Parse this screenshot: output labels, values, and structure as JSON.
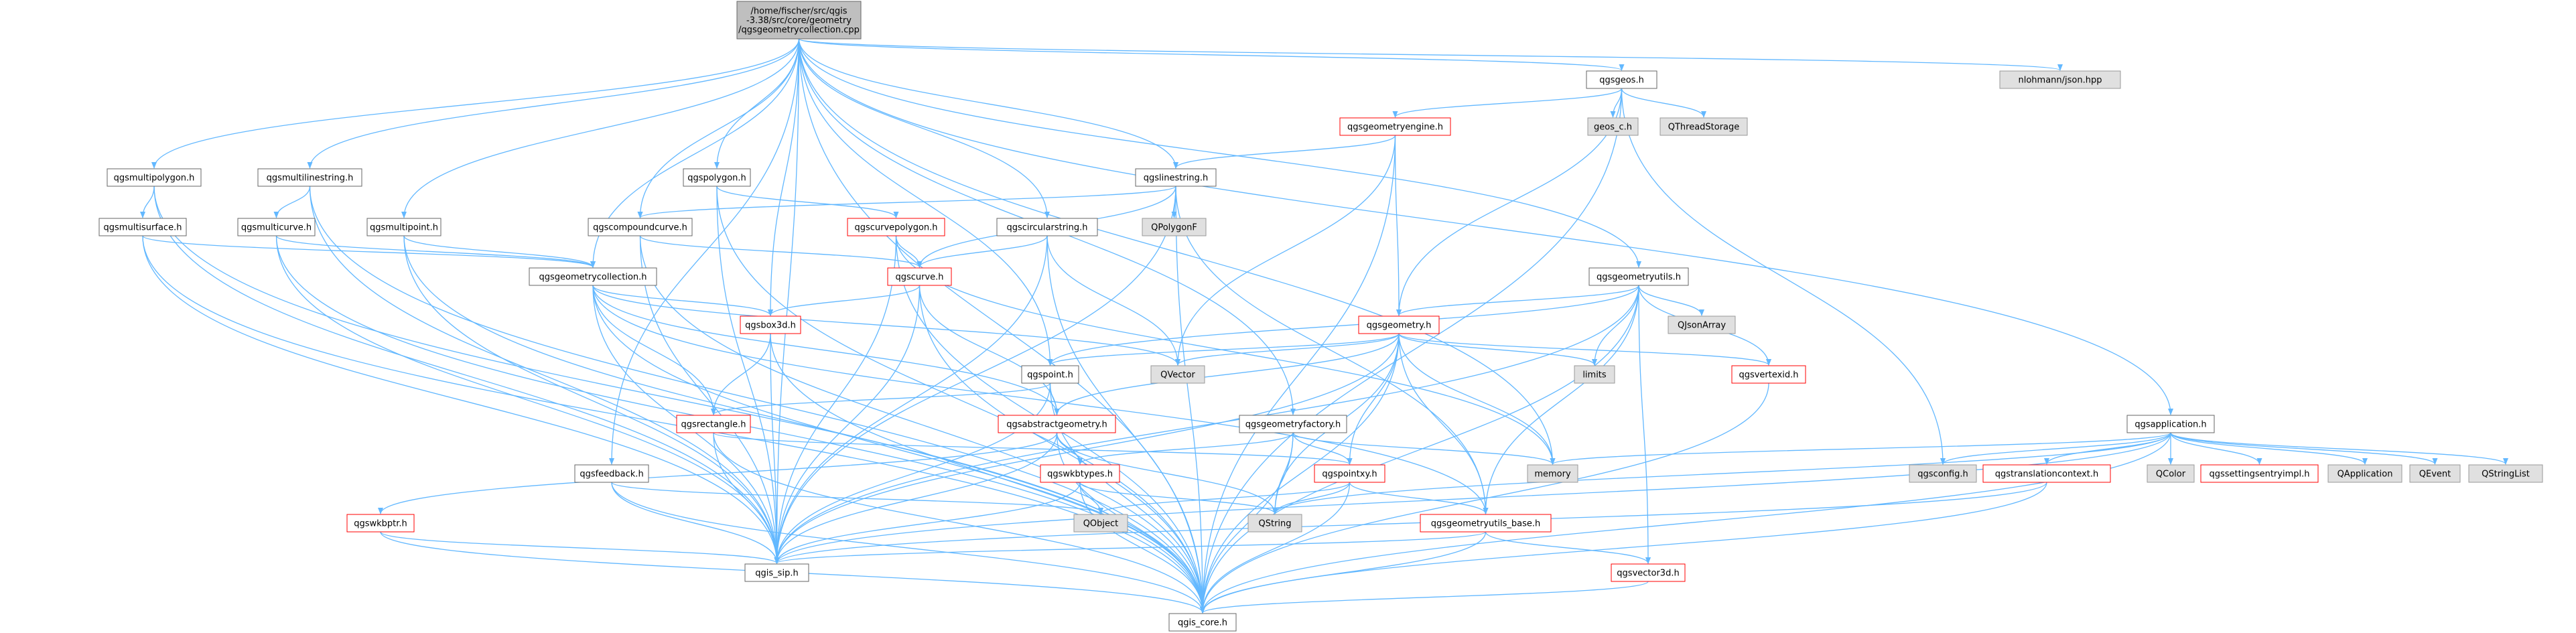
{
  "graph": {
    "colors": {
      "edge": "#63b8ff",
      "root_fill": "#bfbfbf",
      "root_stroke": "#666666",
      "normal_fill": "#ffffff",
      "normal_stroke": "#666666",
      "incomplete_fill": "#ffffff",
      "incomplete_stroke": "#ff0000",
      "external_fill": "#e0e0e0",
      "external_stroke": "#999999",
      "text": "#000000"
    },
    "nodes": [
      {
        "id": "root",
        "lines": [
          "/home/fischer/src/qgis",
          "-3.38/src/core/geometry",
          "/qgsgeometrycollection.cpp"
        ],
        "kind": "root"
      },
      {
        "id": "nlohmann",
        "lines": [
          "nlohmann/json.hpp"
        ],
        "kind": "external"
      },
      {
        "id": "qgsgeos",
        "lines": [
          "qgsgeos.h"
        ],
        "kind": "normal"
      },
      {
        "id": "qgsgeometryengine",
        "lines": [
          "qgsgeometryengine.h"
        ],
        "kind": "incomplete"
      },
      {
        "id": "geos_c",
        "lines": [
          "geos_c.h"
        ],
        "kind": "external"
      },
      {
        "id": "qthreadstorage",
        "lines": [
          "QThreadStorage"
        ],
        "kind": "external"
      },
      {
        "id": "qgsmultipolygon",
        "lines": [
          "qgsmultipolygon.h"
        ],
        "kind": "normal"
      },
      {
        "id": "qgsmultilinestring",
        "lines": [
          "qgsmultilinestring.h"
        ],
        "kind": "normal"
      },
      {
        "id": "qgspolygon",
        "lines": [
          "qgspolygon.h"
        ],
        "kind": "normal"
      },
      {
        "id": "qgslinestring",
        "lines": [
          "qgslinestring.h"
        ],
        "kind": "normal"
      },
      {
        "id": "qgsmultisurface",
        "lines": [
          "qgsmultisurface.h"
        ],
        "kind": "normal"
      },
      {
        "id": "qgsmulticurve",
        "lines": [
          "qgsmulticurve.h"
        ],
        "kind": "normal"
      },
      {
        "id": "qgsmultipoint",
        "lines": [
          "qgsmultipoint.h"
        ],
        "kind": "normal"
      },
      {
        "id": "qgscompoundcurve",
        "lines": [
          "qgscompoundcurve.h"
        ],
        "kind": "normal"
      },
      {
        "id": "qgscurvepolygon",
        "lines": [
          "qgscurvepolygon.h"
        ],
        "kind": "incomplete"
      },
      {
        "id": "qgscircularstring",
        "lines": [
          "qgscircularstring.h"
        ],
        "kind": "normal"
      },
      {
        "id": "qpolygonf",
        "lines": [
          "QPolygonF"
        ],
        "kind": "external"
      },
      {
        "id": "qgsgeometrycollection",
        "lines": [
          "qgsgeometrycollection.h"
        ],
        "kind": "normal"
      },
      {
        "id": "qgscurve",
        "lines": [
          "qgscurve.h"
        ],
        "kind": "incomplete"
      },
      {
        "id": "qgsgeometryutils",
        "lines": [
          "qgsgeometryutils.h"
        ],
        "kind": "normal"
      },
      {
        "id": "qjsonarray",
        "lines": [
          "QJsonArray"
        ],
        "kind": "external"
      },
      {
        "id": "qgsbox3d",
        "lines": [
          "qgsbox3d.h"
        ],
        "kind": "incomplete"
      },
      {
        "id": "qgsgeometry",
        "lines": [
          "qgsgeometry.h"
        ],
        "kind": "incomplete"
      },
      {
        "id": "qvector",
        "lines": [
          "QVector"
        ],
        "kind": "external"
      },
      {
        "id": "limits",
        "lines": [
          "limits"
        ],
        "kind": "external"
      },
      {
        "id": "qgsvertexid",
        "lines": [
          "qgsvertexid.h"
        ],
        "kind": "incomplete"
      },
      {
        "id": "qgspoint",
        "lines": [
          "qgspoint.h"
        ],
        "kind": "normal"
      },
      {
        "id": "qgsrectangle",
        "lines": [
          "qgsrectangle.h"
        ],
        "kind": "incomplete"
      },
      {
        "id": "qgsabstractgeometry",
        "lines": [
          "qgsabstractgeometry.h"
        ],
        "kind": "incomplete"
      },
      {
        "id": "qgsgeometryfactory",
        "lines": [
          "qgsgeometryfactory.h"
        ],
        "kind": "normal"
      },
      {
        "id": "qgsapplication",
        "lines": [
          "qgsapplication.h"
        ],
        "kind": "normal"
      },
      {
        "id": "memory",
        "lines": [
          "memory"
        ],
        "kind": "external"
      },
      {
        "id": "qgsfeedback",
        "lines": [
          "qgsfeedback.h"
        ],
        "kind": "normal"
      },
      {
        "id": "qgswkbtypes",
        "lines": [
          "qgswkbtypes.h"
        ],
        "kind": "incomplete"
      },
      {
        "id": "qgspointxy",
        "lines": [
          "qgspointxy.h"
        ],
        "kind": "incomplete"
      },
      {
        "id": "qgsconfig",
        "lines": [
          "qgsconfig.h"
        ],
        "kind": "external"
      },
      {
        "id": "qgstranslationcontext",
        "lines": [
          "qgstranslationcontext.h"
        ],
        "kind": "incomplete"
      },
      {
        "id": "qcolor",
        "lines": [
          "QColor"
        ],
        "kind": "external"
      },
      {
        "id": "qgssettingsentryimpl",
        "lines": [
          "qgssettingsentryimpl.h"
        ],
        "kind": "incomplete"
      },
      {
        "id": "qapplication",
        "lines": [
          "QApplication"
        ],
        "kind": "external"
      },
      {
        "id": "qevent",
        "lines": [
          "QEvent"
        ],
        "kind": "external"
      },
      {
        "id": "qstringlist",
        "lines": [
          "QStringList"
        ],
        "kind": "external"
      },
      {
        "id": "qgswkbptr",
        "lines": [
          "qgswkbptr.h"
        ],
        "kind": "incomplete"
      },
      {
        "id": "qobject",
        "lines": [
          "QObject"
        ],
        "kind": "external"
      },
      {
        "id": "qstring",
        "lines": [
          "QString"
        ],
        "kind": "external"
      },
      {
        "id": "qgsgeometryutils_base",
        "lines": [
          "qgsgeometryutils_base.h"
        ],
        "kind": "incomplete"
      },
      {
        "id": "qgis_sip",
        "lines": [
          "qgis_sip.h"
        ],
        "kind": "normal"
      },
      {
        "id": "qgsvector3d",
        "lines": [
          "qgsvector3d.h"
        ],
        "kind": "incomplete"
      },
      {
        "id": "qgis_core",
        "lines": [
          "qgis_core.h"
        ],
        "kind": "normal"
      }
    ],
    "edges": [
      [
        "root",
        "nlohmann"
      ],
      [
        "root",
        "qgsgeos"
      ],
      [
        "root",
        "qgsmultipolygon"
      ],
      [
        "root",
        "qgsmultilinestring"
      ],
      [
        "root",
        "qgspolygon"
      ],
      [
        "root",
        "qgslinestring"
      ],
      [
        "root",
        "qgsmultipoint"
      ],
      [
        "root",
        "qgscompoundcurve"
      ],
      [
        "root",
        "qgscircularstring"
      ],
      [
        "root",
        "qgsgeometrycollection"
      ],
      [
        "root",
        "qgsgeometryutils"
      ],
      [
        "root",
        "qgsbox3d"
      ],
      [
        "root",
        "qgspoint"
      ],
      [
        "root",
        "qgsgeometryfactory"
      ],
      [
        "root",
        "qgsapplication"
      ],
      [
        "root",
        "memory"
      ],
      [
        "root",
        "qgsfeedback"
      ],
      [
        "root",
        "qgis_sip"
      ],
      [
        "root",
        "qgis_core"
      ],
      [
        "qgsgeos",
        "qgsgeometryengine"
      ],
      [
        "qgsgeos",
        "geos_c"
      ],
      [
        "qgsgeos",
        "qthreadstorage"
      ],
      [
        "qgsgeos",
        "qgsgeometry"
      ],
      [
        "qgsgeos",
        "qgsconfig"
      ],
      [
        "qgsgeos",
        "qgis_core"
      ],
      [
        "qgsgeometryengine",
        "qgslinestring"
      ],
      [
        "qgsgeometryengine",
        "qgsgeometry"
      ],
      [
        "qgsgeometryengine",
        "qvector"
      ],
      [
        "qgsgeometryengine",
        "qgis_core"
      ],
      [
        "qgsmultipolygon",
        "qgsmultisurface"
      ],
      [
        "qgsmultipolygon",
        "qgis_sip"
      ],
      [
        "qgsmultipolygon",
        "qgis_core"
      ],
      [
        "qgsmultilinestring",
        "qgsmulticurve"
      ],
      [
        "qgsmultilinestring",
        "qgis_sip"
      ],
      [
        "qgsmultilinestring",
        "qgis_core"
      ],
      [
        "qgspolygon",
        "qgscurvepolygon"
      ],
      [
        "qgspolygon",
        "qgis_sip"
      ],
      [
        "qgspolygon",
        "qgis_core"
      ],
      [
        "qgslinestring",
        "qgscompoundcurve"
      ],
      [
        "qgslinestring",
        "qgscurve"
      ],
      [
        "qgslinestring",
        "qpolygonf"
      ],
      [
        "qgslinestring",
        "qgis_sip"
      ],
      [
        "qgslinestring",
        "qgis_core"
      ],
      [
        "qgslinestring",
        "qgsgeometryutils_base"
      ],
      [
        "qgsmultisurface",
        "qgsgeometrycollection"
      ],
      [
        "qgsmultisurface",
        "qgis_sip"
      ],
      [
        "qgsmultisurface",
        "qgis_core"
      ],
      [
        "qgsmulticurve",
        "qgsgeometrycollection"
      ],
      [
        "qgsmulticurve",
        "qgis_sip"
      ],
      [
        "qgsmulticurve",
        "qgis_core"
      ],
      [
        "qgsmultipoint",
        "qgsgeometrycollection"
      ],
      [
        "qgsmultipoint",
        "qgis_sip"
      ],
      [
        "qgsmultipoint",
        "qgis_core"
      ],
      [
        "qgscompoundcurve",
        "qgscurve"
      ],
      [
        "qgscompoundcurve",
        "qgis_sip"
      ],
      [
        "qgscompoundcurve",
        "qgis_core"
      ],
      [
        "qgscurvepolygon",
        "qgscurve"
      ],
      [
        "qgscurvepolygon",
        "memory"
      ],
      [
        "qgscurvepolygon",
        "qgis_sip"
      ],
      [
        "qgscurvepolygon",
        "qgis_core"
      ],
      [
        "qgscircularstring",
        "qgscurve"
      ],
      [
        "qgscircularstring",
        "qvector"
      ],
      [
        "qgscircularstring",
        "qgis_sip"
      ],
      [
        "qgscircularstring",
        "qgis_core"
      ],
      [
        "qgsgeometrycollection",
        "qgsbox3d"
      ],
      [
        "qgsgeometrycollection",
        "qvector"
      ],
      [
        "qgsgeometrycollection",
        "qgsabstractgeometry"
      ],
      [
        "qgsgeometrycollection",
        "qgsrectangle"
      ],
      [
        "qgsgeometrycollection",
        "qgis_sip"
      ],
      [
        "qgsgeometrycollection",
        "qgis_core"
      ],
      [
        "qgsgeometrycollection",
        "qgsgeometryutils_base"
      ],
      [
        "qgscurve",
        "qgsbox3d"
      ],
      [
        "qgscurve",
        "qgsabstractgeometry"
      ],
      [
        "qgscurve",
        "qgis_sip"
      ],
      [
        "qgscurve",
        "qgis_core"
      ],
      [
        "qgsgeometryutils",
        "qgsgeometry"
      ],
      [
        "qgsgeometryutils",
        "qjsonarray"
      ],
      [
        "qgsgeometryutils",
        "limits"
      ],
      [
        "qgsgeometryutils",
        "qgsvertexid"
      ],
      [
        "qgsgeometryutils",
        "qgspoint"
      ],
      [
        "qgsgeometryutils",
        "qgsgeometryutils_base"
      ],
      [
        "qgsgeometryutils",
        "qgsvector3d"
      ],
      [
        "qgsgeometryutils",
        "qgis_sip"
      ],
      [
        "qgsgeometryutils",
        "qgis_core"
      ],
      [
        "qgsbox3d",
        "qgsrectangle"
      ],
      [
        "qgsbox3d",
        "qgis_sip"
      ],
      [
        "qgsbox3d",
        "qgis_core"
      ],
      [
        "qgsgeometry",
        "qgspoint"
      ],
      [
        "qgsgeometry",
        "qvector"
      ],
      [
        "qgsgeometry",
        "limits"
      ],
      [
        "qgsgeometry",
        "qgsvertexid"
      ],
      [
        "qgsgeometry",
        "qgsabstractgeometry"
      ],
      [
        "qgsgeometry",
        "memory"
      ],
      [
        "qgsgeometry",
        "qgspointxy"
      ],
      [
        "qgsgeometry",
        "qstring"
      ],
      [
        "qgsgeometry",
        "qgsgeometryutils_base"
      ],
      [
        "qgsgeometry",
        "qgis_sip"
      ],
      [
        "qgsgeometry",
        "qgis_core"
      ],
      [
        "qgsvertexid",
        "qgis_core"
      ],
      [
        "qgspoint",
        "qgsrectangle"
      ],
      [
        "qgspoint",
        "qgsabstractgeometry"
      ],
      [
        "qgspoint",
        "qgis_sip"
      ],
      [
        "qgspoint",
        "qgis_core"
      ],
      [
        "qgsrectangle",
        "qgspointxy"
      ],
      [
        "qgsrectangle",
        "qgis_sip"
      ],
      [
        "qgsrectangle",
        "qgis_core"
      ],
      [
        "qgsabstractgeometry",
        "qgswkbtypes"
      ],
      [
        "qgsabstractgeometry",
        "qgswkbptr"
      ],
      [
        "qgsabstractgeometry",
        "qstring"
      ],
      [
        "qgsabstractgeometry",
        "qgis_sip"
      ],
      [
        "qgsabstractgeometry",
        "qgis_core"
      ],
      [
        "qgsgeometryfactory",
        "memory"
      ],
      [
        "qgsgeometryfactory",
        "qgspointxy"
      ],
      [
        "qgsgeometryfactory",
        "qgswkbtypes"
      ],
      [
        "qgsgeometryfactory",
        "qstring"
      ],
      [
        "qgsgeometryfactory",
        "qgis_core"
      ],
      [
        "qgsapplication",
        "memory"
      ],
      [
        "qgsapplication",
        "qgsconfig"
      ],
      [
        "qgsapplication",
        "qgstranslationcontext"
      ],
      [
        "qgsapplication",
        "qcolor"
      ],
      [
        "qgsapplication",
        "qgssettingsentryimpl"
      ],
      [
        "qgsapplication",
        "qapplication"
      ],
      [
        "qgsapplication",
        "qevent"
      ],
      [
        "qgsapplication",
        "qstringlist"
      ],
      [
        "qgsapplication",
        "qstring"
      ],
      [
        "qgsapplication",
        "qgis_sip"
      ],
      [
        "qgsapplication",
        "qgis_core"
      ],
      [
        "qgsfeedback",
        "qobject"
      ],
      [
        "qgsfeedback",
        "qgis_sip"
      ],
      [
        "qgsfeedback",
        "qgis_core"
      ],
      [
        "qgswkbtypes",
        "qobject"
      ],
      [
        "qgswkbtypes",
        "qstring"
      ],
      [
        "qgswkbtypes",
        "qgis_sip"
      ],
      [
        "qgswkbtypes",
        "qgis_core"
      ],
      [
        "qgspointxy",
        "qobject"
      ],
      [
        "qgspointxy",
        "qstring"
      ],
      [
        "qgspointxy",
        "qgsgeometryutils_base"
      ],
      [
        "qgspointxy",
        "qgis_core"
      ],
      [
        "qgstranslationcontext",
        "qgis_sip"
      ],
      [
        "qgstranslationcontext",
        "qgis_core"
      ],
      [
        "qgswkbptr",
        "qgis_sip"
      ],
      [
        "qgswkbptr",
        "qgis_core"
      ],
      [
        "qgsgeometryutils_base",
        "qgis_sip"
      ],
      [
        "qgsgeometryutils_base",
        "qgsvector3d"
      ],
      [
        "qgsgeometryutils_base",
        "qgis_core"
      ],
      [
        "qgsvector3d",
        "qgis_core"
      ]
    ]
  }
}
